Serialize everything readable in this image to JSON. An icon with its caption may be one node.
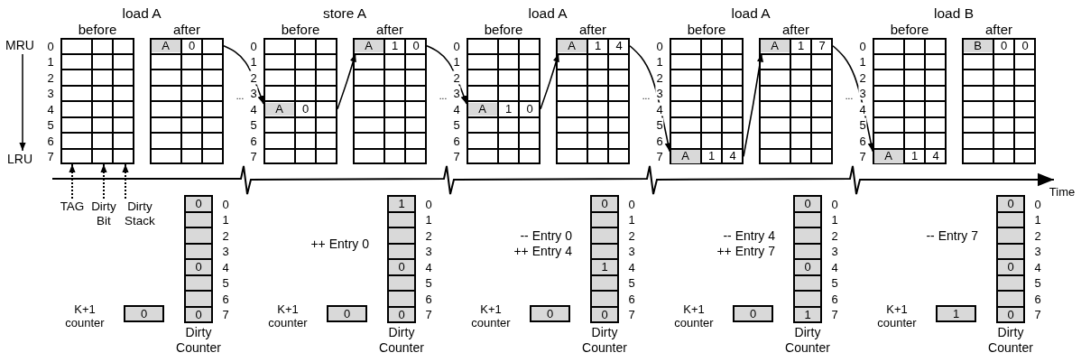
{
  "diagram": {
    "nodes": [
      {
        "text": [
          "before"
        ]
      },
      {
        "text": [
          "after"
        ]
      },
      {
        "text": [
          "A",
          "0"
        ],
        "in": 1
      },
      {
        "text": [
          "before"
        ]
      },
      {
        "text": [
          "A",
          "0"
        ],
        "in": 3
      },
      {
        "text": [
          "after"
        ]
      },
      {
        "text": [
          "A",
          "1",
          "0"
        ],
        "in": 5
      },
      {
        "text": [
          "before"
        ]
      },
      {
        "text": [
          "A",
          "1",
          "0"
        ],
        "in": 7
      },
      {
        "text": [
          "after"
        ]
      },
      {
        "text": [
          "A",
          "1",
          "4"
        ],
        "in": 9
      },
      {
        "text": [
          "before"
        ]
      },
      {
        "text": [
          "A",
          "1",
          "4"
        ],
        "in": 11
      },
      {
        "text": [
          "after"
        ]
      },
      {
        "text": [
          "A",
          "1",
          "7"
        ],
        "in": 13
      },
      {
        "text": [
          "before"
        ]
      },
      {
        "text": [
          "A",
          "1",
          "4"
        ],
        "in": 15
      },
      {
        "text": [
          "after"
        ]
      },
      {
        "text": [
          "B",
          "0",
          "0"
        ],
        "in": 17
      },
      {
        "text": [
          "TAG"
        ]
      },
      {
        "text": [
          "Dirty Bit"
        ]
      },
      {
        "text": [
          "Dirty Stack"
        ]
      },
      {
        "text": [
          "0"
        ],
        "beside": [
          "K+1 counter"
        ]
      },
      {
        "text": [
          "Dirty Counter"
        ]
      },
      {
        "text": [
          "0"
        ],
        "in": 23
      },
      {
        "text": [],
        "shape": "box",
        "in": 23
      },
      {
        "text": [],
        "shape": "box",
        "in": 23
      },
      {
        "text": [],
        "shape": "box",
        "in": 23
      },
      {
        "text": [
          "0"
        ],
        "in": 23
      },
      {
        "text": [],
        "shape": "box",
        "in": 23
      },
      {
        "text": [],
        "shape": "box",
        "in": 23
      },
      {
        "text": [
          "0"
        ],
        "in": 23
      },
      {
        "text": [
          "0"
        ],
        "beside": [
          "K+1 counter"
        ]
      },
      {
        "text": [
          "Dirty Counter"
        ]
      },
      {
        "text": [
          "1"
        ],
        "in": 33
      },
      {
        "text": [],
        "shape": "box",
        "in": 33
      },
      {
        "text": [],
        "shape": "box",
        "in": 33
      },
      {
        "text": [],
        "shape": "box",
        "in": 33
      },
      {
        "text": [
          "0"
        ],
        "in": 33
      },
      {
        "text": [],
        "shape": "box",
        "in": 33
      },
      {
        "text": [],
        "shape": "box",
        "in": 33
      },
      {
        "text": [
          "0"
        ],
        "in": 33
      },
      {
        "text": [
          "0"
        ],
        "beside": [
          "K+1 counter"
        ]
      },
      {
        "text": [
          "Dirty Counter"
        ]
      },
      {
        "text": [
          "0"
        ],
        "in": 43
      },
      {
        "text": [],
        "shape": "box",
        "in": 43
      },
      {
        "text": [],
        "shape": "box",
        "in": 43
      },
      {
        "text": [],
        "shape": "box",
        "in": 43
      },
      {
        "text": [
          "1"
        ],
        "in": 43
      },
      {
        "text": [],
        "shape": "box",
        "in": 43
      },
      {
        "text": [],
        "shape": "box",
        "in": 43
      },
      {
        "text": [
          "0"
        ],
        "in": 43
      },
      {
        "text": [
          "0"
        ],
        "beside": [
          "K+1 counter"
        ]
      },
      {
        "text": [
          "Dirty Counter"
        ]
      },
      {
        "text": [
          "0"
        ],
        "in": 53
      },
      {
        "text": [],
        "shape": "box",
        "in": 53
      },
      {
        "text": [],
        "shape": "box",
        "in": 53
      },
      {
        "text": [],
        "shape": "box",
        "in": 53
      },
      {
        "text": [
          "0"
        ],
        "in": 53
      },
      {
        "text": [],
        "shape": "box",
        "in": 53
      },
      {
        "text": [],
        "shape": "box",
        "in": 53
      },
      {
        "text": [
          "1"
        ],
        "in": 53
      },
      {
        "text": [
          "1"
        ],
        "beside": [
          "K+1 counter"
        ]
      },
      {
        "text": [
          "Dirty Counter"
        ]
      },
      {
        "text": [
          "0"
        ],
        "in": 63
      },
      {
        "text": [],
        "shape": "box",
        "in": 63
      },
      {
        "text": [],
        "shape": "box",
        "in": 63
      },
      {
        "text": [],
        "shape": "box",
        "in": 63
      },
      {
        "text": [
          "0"
        ],
        "in": 63
      },
      {
        "text": [],
        "shape": "box",
        "in": 63
      },
      {
        "text": [],
        "shape": "box",
        "in": 63
      },
      {
        "text": [
          "0"
        ],
        "in": 63
      }
    ],
    "edges": [
      {
        "from": 2,
        "to": 4,
        "arrow": "to"
      },
      {
        "from": 4,
        "to": 6,
        "arrow": "to"
      },
      {
        "from": 6,
        "to": 8,
        "arrow": "to"
      },
      {
        "from": 8,
        "to": 10,
        "arrow": "to"
      },
      {
        "from": 10,
        "to": 12,
        "arrow": "to"
      },
      {
        "from": 12,
        "to": 14,
        "arrow": "to"
      },
      {
        "from": 14,
        "to": 16,
        "arrow": "to"
      },
      {
        "from": 19,
        "to": 0,
        "arrow": "to",
        "style": "dashed"
      },
      {
        "from": 20,
        "to": 0,
        "arrow": "to",
        "style": "dashed"
      },
      {
        "from": 21,
        "to": 0,
        "arrow": "to",
        "style": "dashed"
      }
    ],
    "labels": [
      "load A",
      "store A",
      "load A",
      "load A",
      "load B",
      "MRU",
      "LRU",
      "0",
      "1",
      "2",
      "3",
      "4",
      "5",
      "6",
      "7",
      "0",
      "1",
      "2",
      "3",
      "4",
      "5",
      "6",
      "7",
      "0",
      "1",
      "2",
      "3",
      "4",
      "5",
      "6",
      "7",
      "0",
      "1",
      "2",
      "3",
      "4",
      "5",
      "6",
      "7",
      "0",
      "1",
      "2",
      "3",
      "4",
      "5",
      "6",
      "7",
      "...",
      "...",
      "...",
      "...",
      "Time",
      "0",
      "1",
      "2",
      "3",
      "4",
      "5",
      "6",
      "7",
      "0",
      "1",
      "2",
      "3",
      "4",
      "5",
      "6",
      "7",
      "0",
      "1",
      "2",
      "3",
      "4",
      "5",
      "6",
      "7",
      "0",
      "1",
      "2",
      "3",
      "4",
      "5",
      "6",
      "7",
      "0",
      "1",
      "2",
      "3",
      "4",
      "5",
      "6",
      "7",
      "++ Entry 0",
      "-- Entry 0",
      "++ Entry 4",
      "-- Entry 4",
      "++ Entry 7",
      "-- Entry 7"
    ]
  }
}
